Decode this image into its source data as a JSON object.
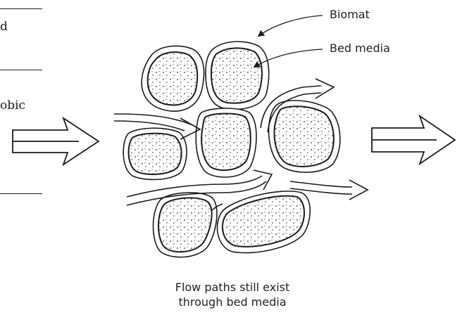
{
  "left_margin": {
    "fragments": [
      "d",
      "obic"
    ]
  },
  "labels": {
    "biomat": "Biomat",
    "bed_media": "Bed media"
  },
  "caption": {
    "line1": "Flow paths still exist",
    "line2": "through bed media"
  }
}
